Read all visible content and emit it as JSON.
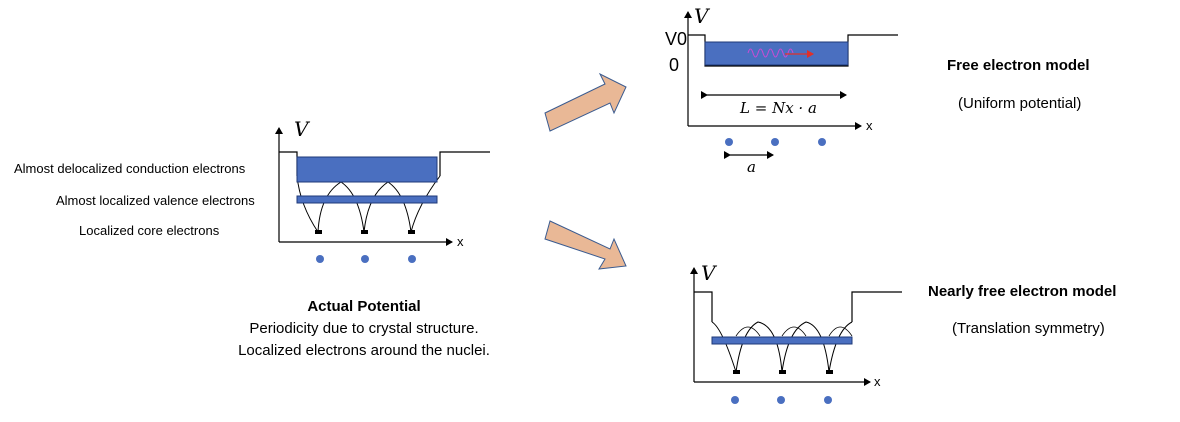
{
  "left_panel": {
    "axis_v": "V",
    "axis_x": "x",
    "labels": [
      "Almost delocalized conduction electrons",
      "Almost localized valence electrons",
      "Localized core electrons"
    ],
    "caption_title": "Actual Potential",
    "caption_lines": [
      "Periodicity due to crystal structure.",
      "Localized electrons around the nuclei."
    ]
  },
  "top_right_panel": {
    "axis_v": "V",
    "axis_x": "x",
    "v0_label": "V0",
    "zero_label": "0",
    "length_formula": "L = Nx · a",
    "spacing_label": "a",
    "title": "Free electron model",
    "subtitle": "(Uniform potential)"
  },
  "bottom_right_panel": {
    "axis_v": "V",
    "axis_x": "x",
    "title": "Nearly free electron model",
    "subtitle": "(Translation symmetry)"
  },
  "colors": {
    "band_fill": "#4a6fc0",
    "band_stroke": "#1f3a78",
    "arrow_fill": "#e9b896",
    "arrow_stroke": "#3b5b8f",
    "atom": "#4a6fc0",
    "wave": "#cc4bd4",
    "wave_arrow": "#e0302a"
  }
}
